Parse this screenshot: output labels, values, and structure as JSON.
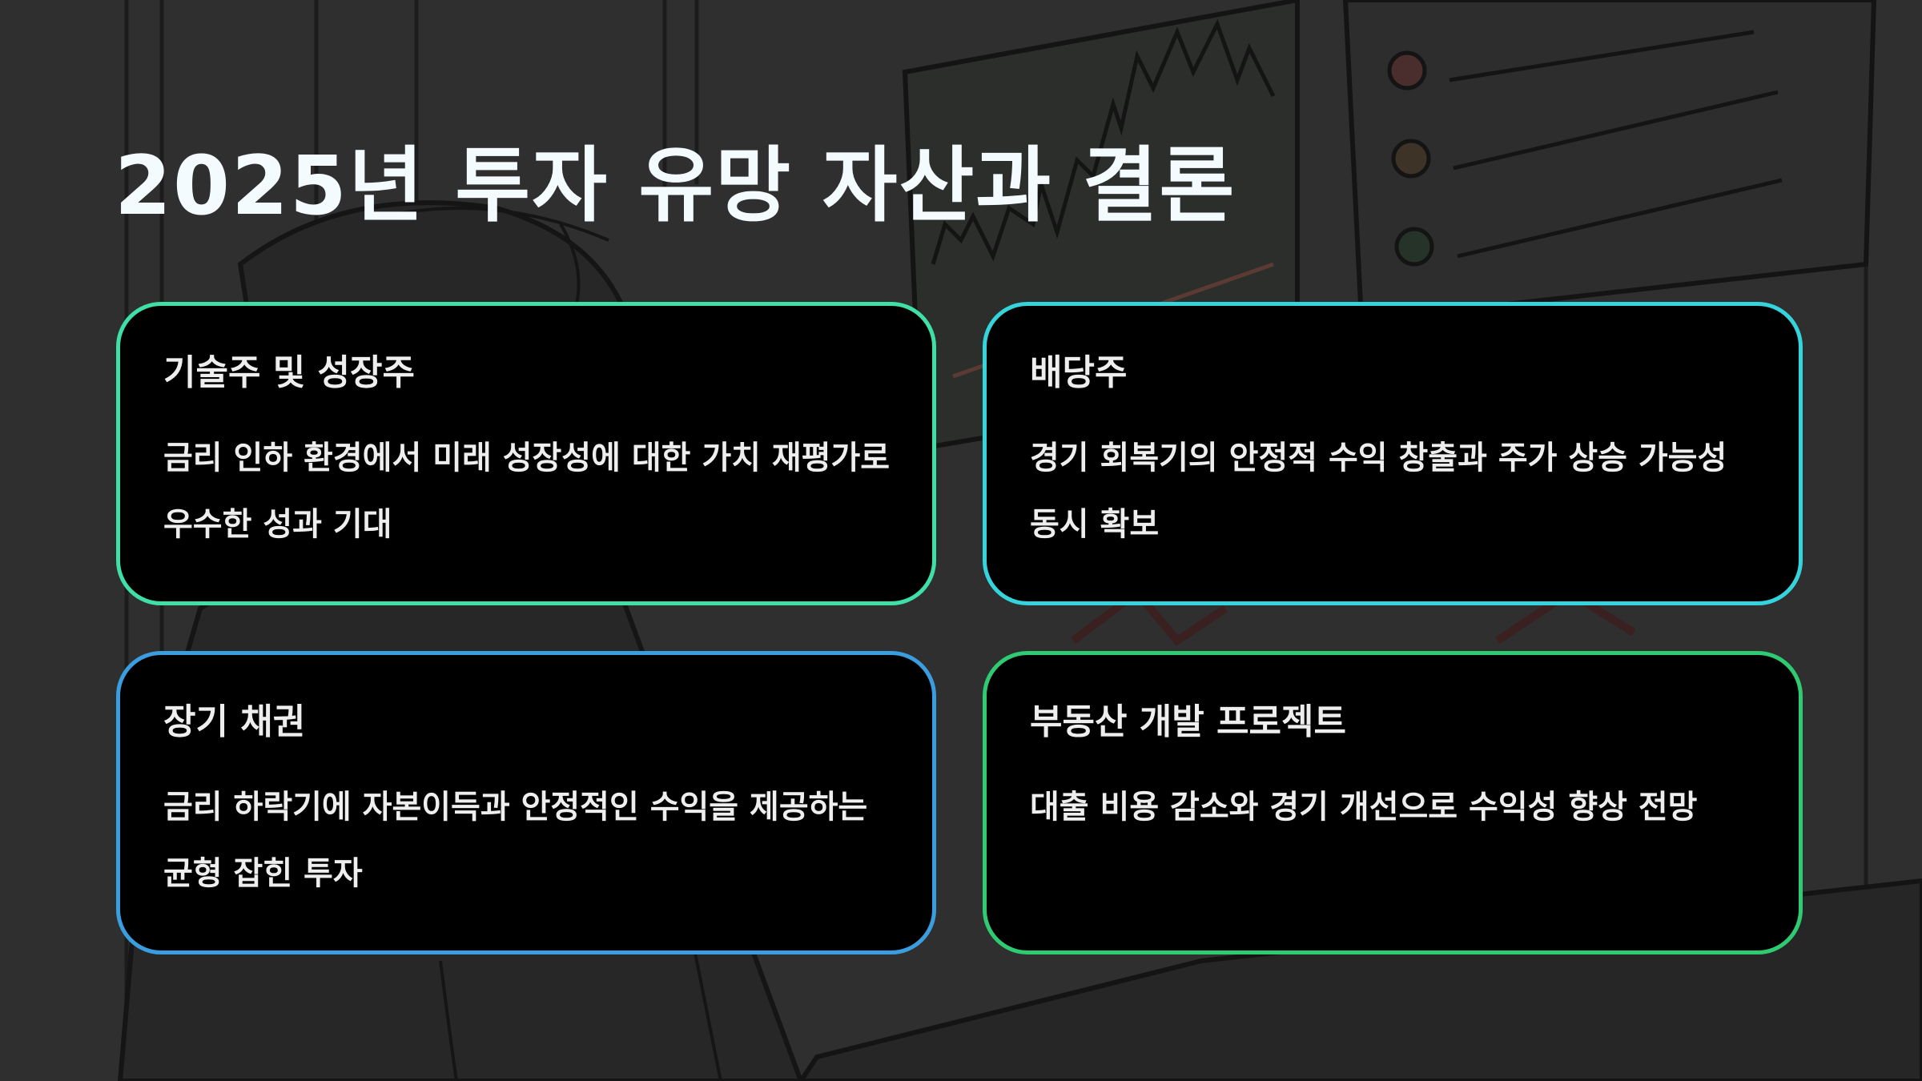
{
  "slide": {
    "title": "2025년 투자 유망 자산과 결론",
    "colors": {
      "background": "#2f2f2f",
      "card_background": "#000000",
      "text": "#eeeeee"
    },
    "cards": [
      {
        "title": "기술주 및 성장주",
        "description": "금리 인하 환경에서 미래 성장성에 대한 가치 재평가로 우수한 성과 기대",
        "border_color": "#3fe0a8"
      },
      {
        "title": "배당주",
        "description": "경기 회복기의 안정적 수익 창출과 주가 상승 가능성 동시 확보",
        "border_color": "#35d3dc"
      },
      {
        "title": "장기 채권",
        "description": "금리 하락기에 자본이득과 안정적인 수익을 제공하는 균형 잡힌 투자",
        "border_color": "#3a9de0"
      },
      {
        "title": "부동산 개발 프로젝트",
        "description": "대출 비용 감소와 경기 개선으로 수익성 향상 전망",
        "border_color": "#2fcb72"
      }
    ]
  }
}
